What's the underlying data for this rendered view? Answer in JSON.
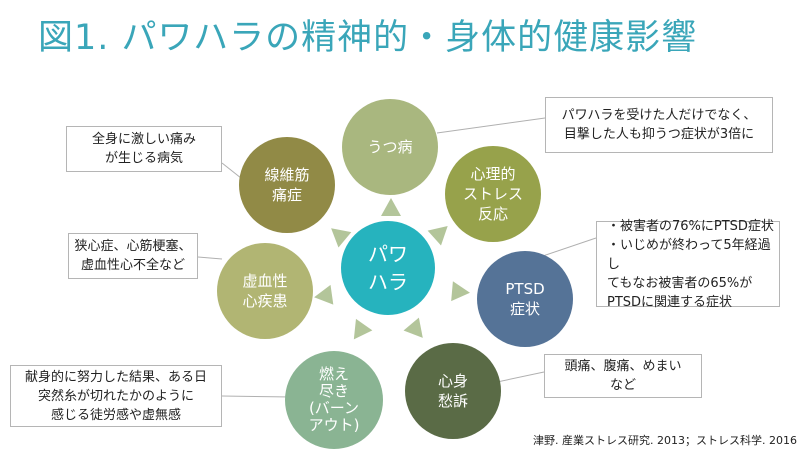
{
  "title": "図1. パワハラの精神的・身体的健康影響",
  "center": {
    "label": "パワ\nハラ",
    "color": "#26b3be"
  },
  "nodes": {
    "depression": {
      "label": "うつ病",
      "color": "#a9b77f"
    },
    "stress": {
      "label": "心理的\nストレス\n反応",
      "color": "#97a24b"
    },
    "ptsd": {
      "label": "PTSD\n症状",
      "color": "#557397"
    },
    "psychosomatic": {
      "label": "心身\n愁訴",
      "color": "#5a6b46"
    },
    "burnout": {
      "label": "燃え\n尽き\n(バーン\nアウト)",
      "color": "#8ab493"
    },
    "ischemic": {
      "label": "虚血性\n心疾患",
      "color": "#b1b573"
    },
    "fibromyalgia": {
      "label": "線維筋\n痛症",
      "color": "#918a46"
    }
  },
  "notes": {
    "depression": "パワハラを受けた人だけでなく、\n目撃した人も抑うつ症状が3倍に",
    "ptsd": "・被害者の76%にPTSD症状\n・いじめが終わって5年経過し\n  てもなお被害者の65%が\n  PTSDに関連する症状",
    "psychosomatic": "頭痛、腹痛、めまい\nなど",
    "burnout": "献身的に努力した結果、ある日\n突然糸が切れたかのように\n感じる徒労感や虚無感",
    "ischemic": "狭心症、心筋梗塞、\n虚血性心不全など",
    "fibromyalgia": "全身に激しい痛み\nが生じる病気"
  },
  "arrow_color": "#b3c59a",
  "citation": "津野. 産業ストレス研究. 2013；ストレス科学. 2016"
}
